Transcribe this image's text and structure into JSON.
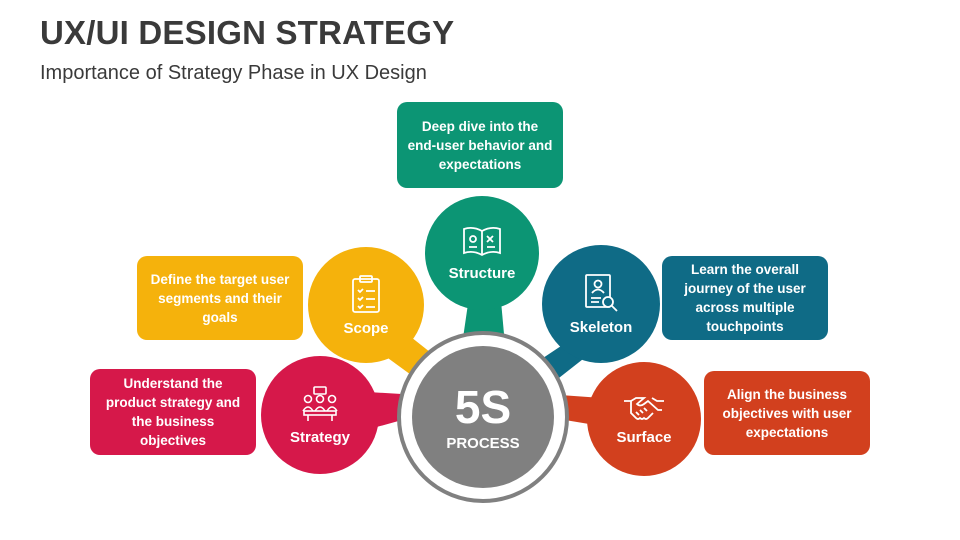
{
  "header": {
    "title": "UX/UI DESIGN STRATEGY",
    "subtitle": "Importance of Strategy Phase in UX Design"
  },
  "hub": {
    "big": "5S",
    "small": "PROCESS",
    "color": "#808080",
    "ring_color": "#808080"
  },
  "steps": [
    {
      "label": "Strategy",
      "description": "Understand the product strategy and the business objectives",
      "color": "#D6184A",
      "icon": "meeting-icon"
    },
    {
      "label": "Scope",
      "description": "Define the target user segments and their goals",
      "color": "#F5B20C",
      "icon": "clipboard-checklist-icon"
    },
    {
      "label": "Structure",
      "description": "Deep dive into the end-user behavior and expectations",
      "color": "#0C9574",
      "icon": "open-book-icon"
    },
    {
      "label": "Skeleton",
      "description": "Learn the overall journey of the user across multiple touchpoints",
      "color": "#0F6B86",
      "icon": "profile-search-icon"
    },
    {
      "label": "Surface",
      "description": "Align the business objectives with user expectations",
      "color": "#D2401E",
      "icon": "handshake-icon"
    }
  ]
}
